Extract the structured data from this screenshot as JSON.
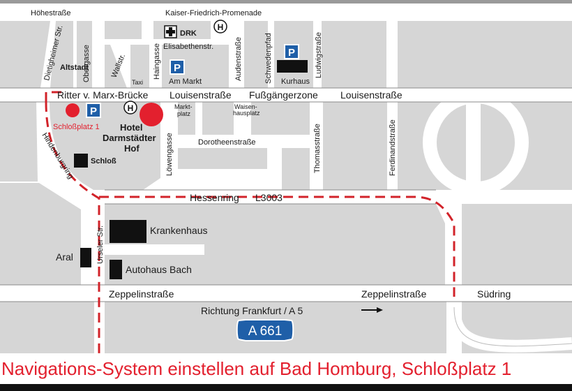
{
  "streets": {
    "hoehestrasse": "Höhestraße",
    "kaiser_friedrich": "Kaiser-Friedrich-Promenade",
    "dietigheimer": "Dietigheimer Str.",
    "obergasse": "Obergasse",
    "wallstr": "Wallstr.",
    "haingasse": "Haingasse",
    "elisabethenstr": "Elisabethenstr.",
    "audenstrasse": "Audenstraße",
    "schwedenpfad": "Schwedenpfad",
    "ludwigstrasse": "Ludwigstraße",
    "ritter": "Ritter v. Marx-Brücke",
    "louisenstrasse_1": "Louisenstraße",
    "fussgaengerzone": "Fußgängerzone",
    "louisenstrasse_2": "Louisenstraße",
    "marktplatz": [
      "Markt-",
      "platz"
    ],
    "waisenhausplatz": [
      "Waisen-",
      "hausplatz"
    ],
    "loewengasse": "Löwengasse",
    "dorotheenstrasse": "Dorotheenstraße",
    "thomasstrasse": "Thomasstraße",
    "ferdinandstrasse": "Ferdinandstraße",
    "hindenburgring": "Hindenburgring",
    "hessenring": "Hessenring",
    "l3003": "L3003",
    "urseler": "Urseler Str.",
    "zeppelin_1": "Zeppelinstraße",
    "zeppelin_2": "Zeppelinstraße",
    "suedring": "Südring",
    "richtung": "Richtung Frankfurt / A 5",
    "a661": "A 661"
  },
  "places": {
    "altstadt": "Altstadt",
    "drk": "DRK",
    "am_markt": "Am Markt",
    "kurhaus": "Kurhaus",
    "taxi": "Taxi",
    "schlossplatz": "Schloßplatz 1",
    "hotel": [
      "Hotel",
      "Darmstädter",
      "Hof"
    ],
    "schloss": "Schloß",
    "krankenhaus": "Krankenhaus",
    "aral": "Aral",
    "autohaus": "Autohaus Bach"
  },
  "icons": {
    "parking_glyph": "P",
    "hospital_glyph": "H"
  },
  "footer": "Navigations-System einstellen auf Bad Homburg, Schloßplatz 1",
  "colors": {
    "road": "#ffffff",
    "block": "#d6d6d6",
    "route": "#d2232a",
    "marker": "#e3202e",
    "parking": "#1f5fa8",
    "highway_badge": "#1f5fa8"
  }
}
